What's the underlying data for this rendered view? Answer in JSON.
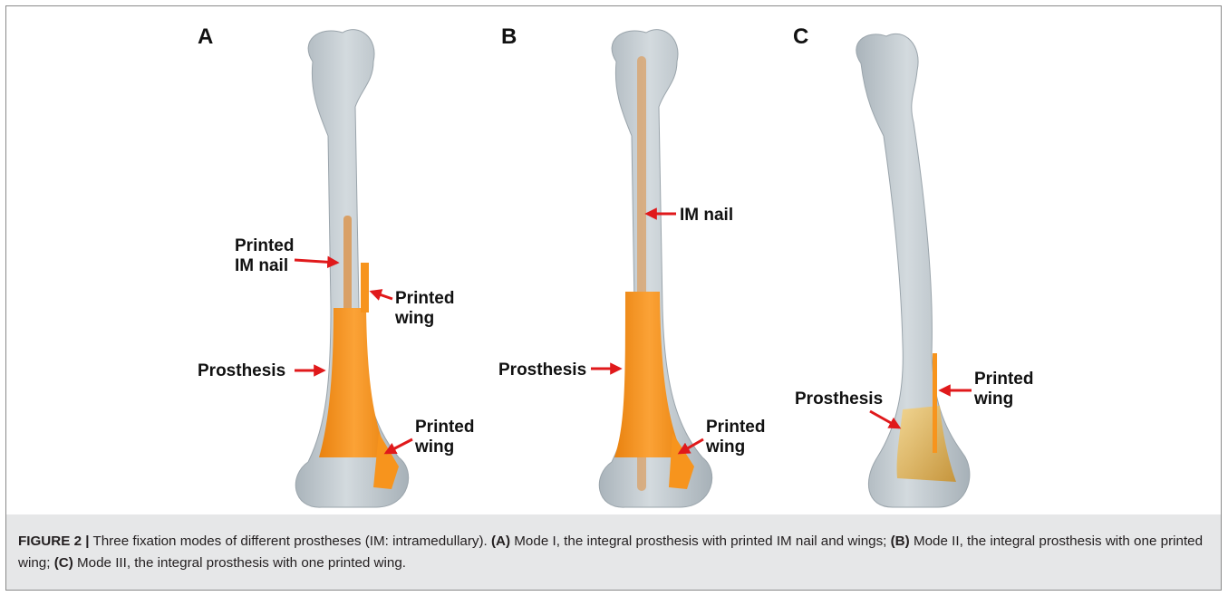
{
  "panels": [
    {
      "letter": "A",
      "labels": {
        "nail_line1": "Printed",
        "nail_line2": "IM nail",
        "wing_top_line1": "Printed",
        "wing_top_line2": "wing",
        "prosthesis": "Prosthesis",
        "wing_bottom_line1": "Printed",
        "wing_bottom_line2": "wing"
      }
    },
    {
      "letter": "B",
      "labels": {
        "nail": "IM nail",
        "prosthesis": "Prosthesis",
        "wing_line1": "Printed",
        "wing_line2": "wing"
      }
    },
    {
      "letter": "C",
      "labels": {
        "wing_line1": "Printed",
        "wing_line2": "wing",
        "prosthesis": "Prosthesis"
      }
    }
  ],
  "caption": {
    "figure_label": "FIGURE 2 |",
    "intro": " Three fixation modes of different prostheses (IM: intramedullary). ",
    "a_tag": "(A)",
    "a_text": " Mode I, the integral prosthesis with printed IM nail and wings; ",
    "b_tag": "(B)",
    "b_text": " Mode II, the integral prosthesis with one printed wing; ",
    "c_tag": "(C)",
    "c_text": " Mode III, the integral prosthesis with one printed wing."
  },
  "colors": {
    "bone": "#c9d1d6",
    "bone_shade": "#a9b4bb",
    "prosthesis": "#f7941d",
    "nail": "#d9a066",
    "arrow": "#e0191b",
    "caption_band": "#e6e7e8"
  }
}
